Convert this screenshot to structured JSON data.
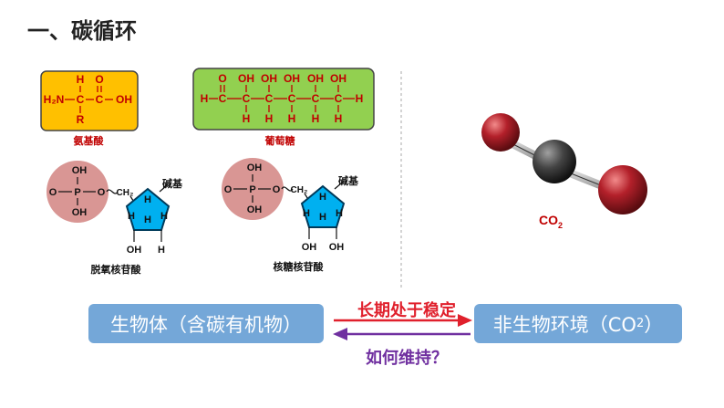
{
  "title": "一、碳循环",
  "amino_acid": {
    "label": "氨基酸",
    "atoms": {
      "H_top": "H",
      "O_top": "O",
      "H2N": "H₂N",
      "C1": "C",
      "C2": "C",
      "OH": "OH",
      "R": "R"
    }
  },
  "glucose": {
    "label": "葡萄糖",
    "top_groups": [
      "O",
      "OH",
      "OH",
      "OH",
      "OH",
      "OH"
    ],
    "bottom_groups": [
      "H",
      "H",
      "H",
      "H",
      "H"
    ],
    "chain": [
      "H",
      "C",
      "C",
      "C",
      "C",
      "C",
      "C",
      "H"
    ]
  },
  "deoxyribose_nucleotide": {
    "label": "脱氧核苷酸",
    "phosphate": {
      "OH_top": "OH",
      "O_left": "O",
      "P": "P",
      "O_right": "O",
      "OH_bottom": "OH"
    },
    "ch2": "CH₂",
    "base": "碱基",
    "ring_H": [
      "H",
      "H",
      "H",
      "H"
    ],
    "OH": "OH",
    "H_bottom": "H"
  },
  "ribose_nucleotide": {
    "label": "核糖核苷酸",
    "phosphate": {
      "OH_top": "OH",
      "O_left": "O",
      "P": "P",
      "O_right": "O",
      "OH_bottom": "OH"
    },
    "ch2": "CH₂",
    "base": "碱基",
    "ring_H": [
      "H",
      "H",
      "H",
      "H"
    ],
    "OH_left": "OH",
    "OH_right": "OH"
  },
  "co2": {
    "label": "CO",
    "sub": "2"
  },
  "left_box": "生物体（含碳有机物）",
  "right_box": {
    "text": "非生物环境（CO",
    "sub": "2",
    "suffix": "）"
  },
  "arrow_top_label": "长期处于稳定",
  "arrow_bottom_label": "如何维持？",
  "colors": {
    "amino_box": "#ffc000",
    "glucose_box": "#92d050",
    "phosphate": "#d99694",
    "pentose": "#00b0f0",
    "box_fill": "#74a7d8",
    "arrow_red": "#e0202c",
    "arrow_purple": "#7030a0",
    "label_red": "#c00000"
  }
}
